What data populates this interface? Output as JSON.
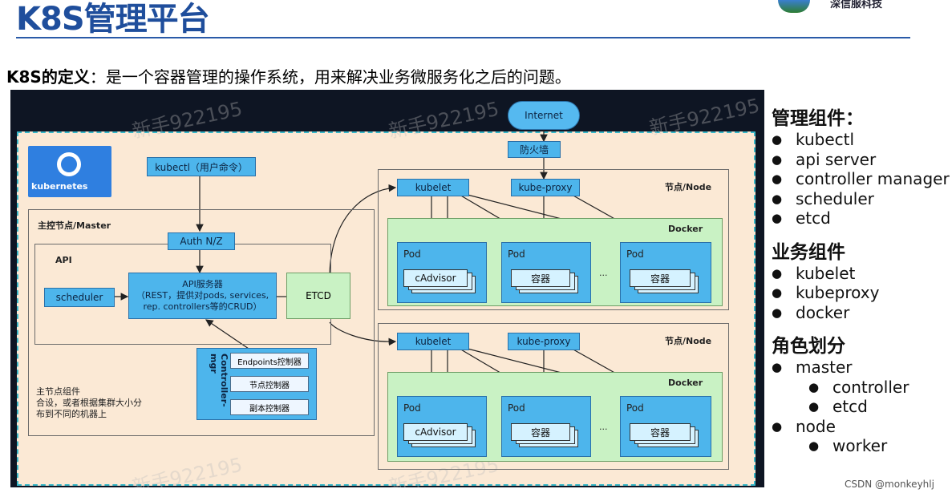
{
  "slide": {
    "title": "K8S管理平台",
    "logo_text": "深信服科技",
    "definition_label": "K8S的定义",
    "definition_text": "：是一个容器管理的操作系统，用来解决业务微服务化之后的问题。"
  },
  "diagram": {
    "kubernetes_logo_text": "kubernetes",
    "internet": "Internet",
    "firewall": "防火墙",
    "kubectl": "kubectl（用户命令）",
    "master_title": "主控节点/Master",
    "auth": "Auth N/Z",
    "api_label": "API",
    "scheduler": "scheduler",
    "api_server": "API服务器\n（REST，提供对pods, services,\nrep. controllers等的CRUD）",
    "etcd": "ETCD",
    "controller_mgr": "Controller-mgr",
    "controllers": [
      "Endpoints控制器",
      "节点控制器",
      "副本控制器"
    ],
    "master_note": [
      "主节点组件",
      "合设，或者根据集群大小分",
      "布到不同的机器上"
    ],
    "nodes": [
      {
        "title": "节点/Node",
        "kubelet": "kubelet",
        "kube_proxy": "kube-proxy",
        "docker": "Docker",
        "pods": [
          {
            "label": "Pod",
            "inner": "cAdvisor"
          },
          {
            "label": "Pod",
            "inner": "容器"
          },
          {
            "label": "Pod",
            "inner": "容器"
          }
        ],
        "ellipsis": "..."
      },
      {
        "title": "节点/Node",
        "kubelet": "kubelet",
        "kube_proxy": "kube-proxy",
        "docker": "Docker",
        "pods": [
          {
            "label": "Pod",
            "inner": "cAdvisor"
          },
          {
            "label": "Pod",
            "inner": "容器"
          },
          {
            "label": "Pod",
            "inner": "容器"
          }
        ],
        "ellipsis": "..."
      }
    ],
    "watermark": "新手922195"
  },
  "sidebar": {
    "sections": [
      {
        "title": "管理组件：",
        "items": [
          {
            "text": "kubectl",
            "sub": false
          },
          {
            "text": "api server",
            "sub": false
          },
          {
            "text": "controller manager",
            "sub": false
          },
          {
            "text": "scheduler",
            "sub": false
          },
          {
            "text": "etcd",
            "sub": false
          }
        ]
      },
      {
        "title": "业务组件",
        "items": [
          {
            "text": "kubelet",
            "sub": false
          },
          {
            "text": "kubeproxy",
            "sub": false
          },
          {
            "text": "docker",
            "sub": false
          }
        ]
      },
      {
        "title": "角色划分",
        "items": [
          {
            "text": "master",
            "sub": false
          },
          {
            "text": "controller",
            "sub": true
          },
          {
            "text": "etcd",
            "sub": true
          },
          {
            "text": "node",
            "sub": false
          },
          {
            "text": "worker",
            "sub": true
          }
        ]
      }
    ]
  },
  "credit": "CSDN @monkeyhlj"
}
